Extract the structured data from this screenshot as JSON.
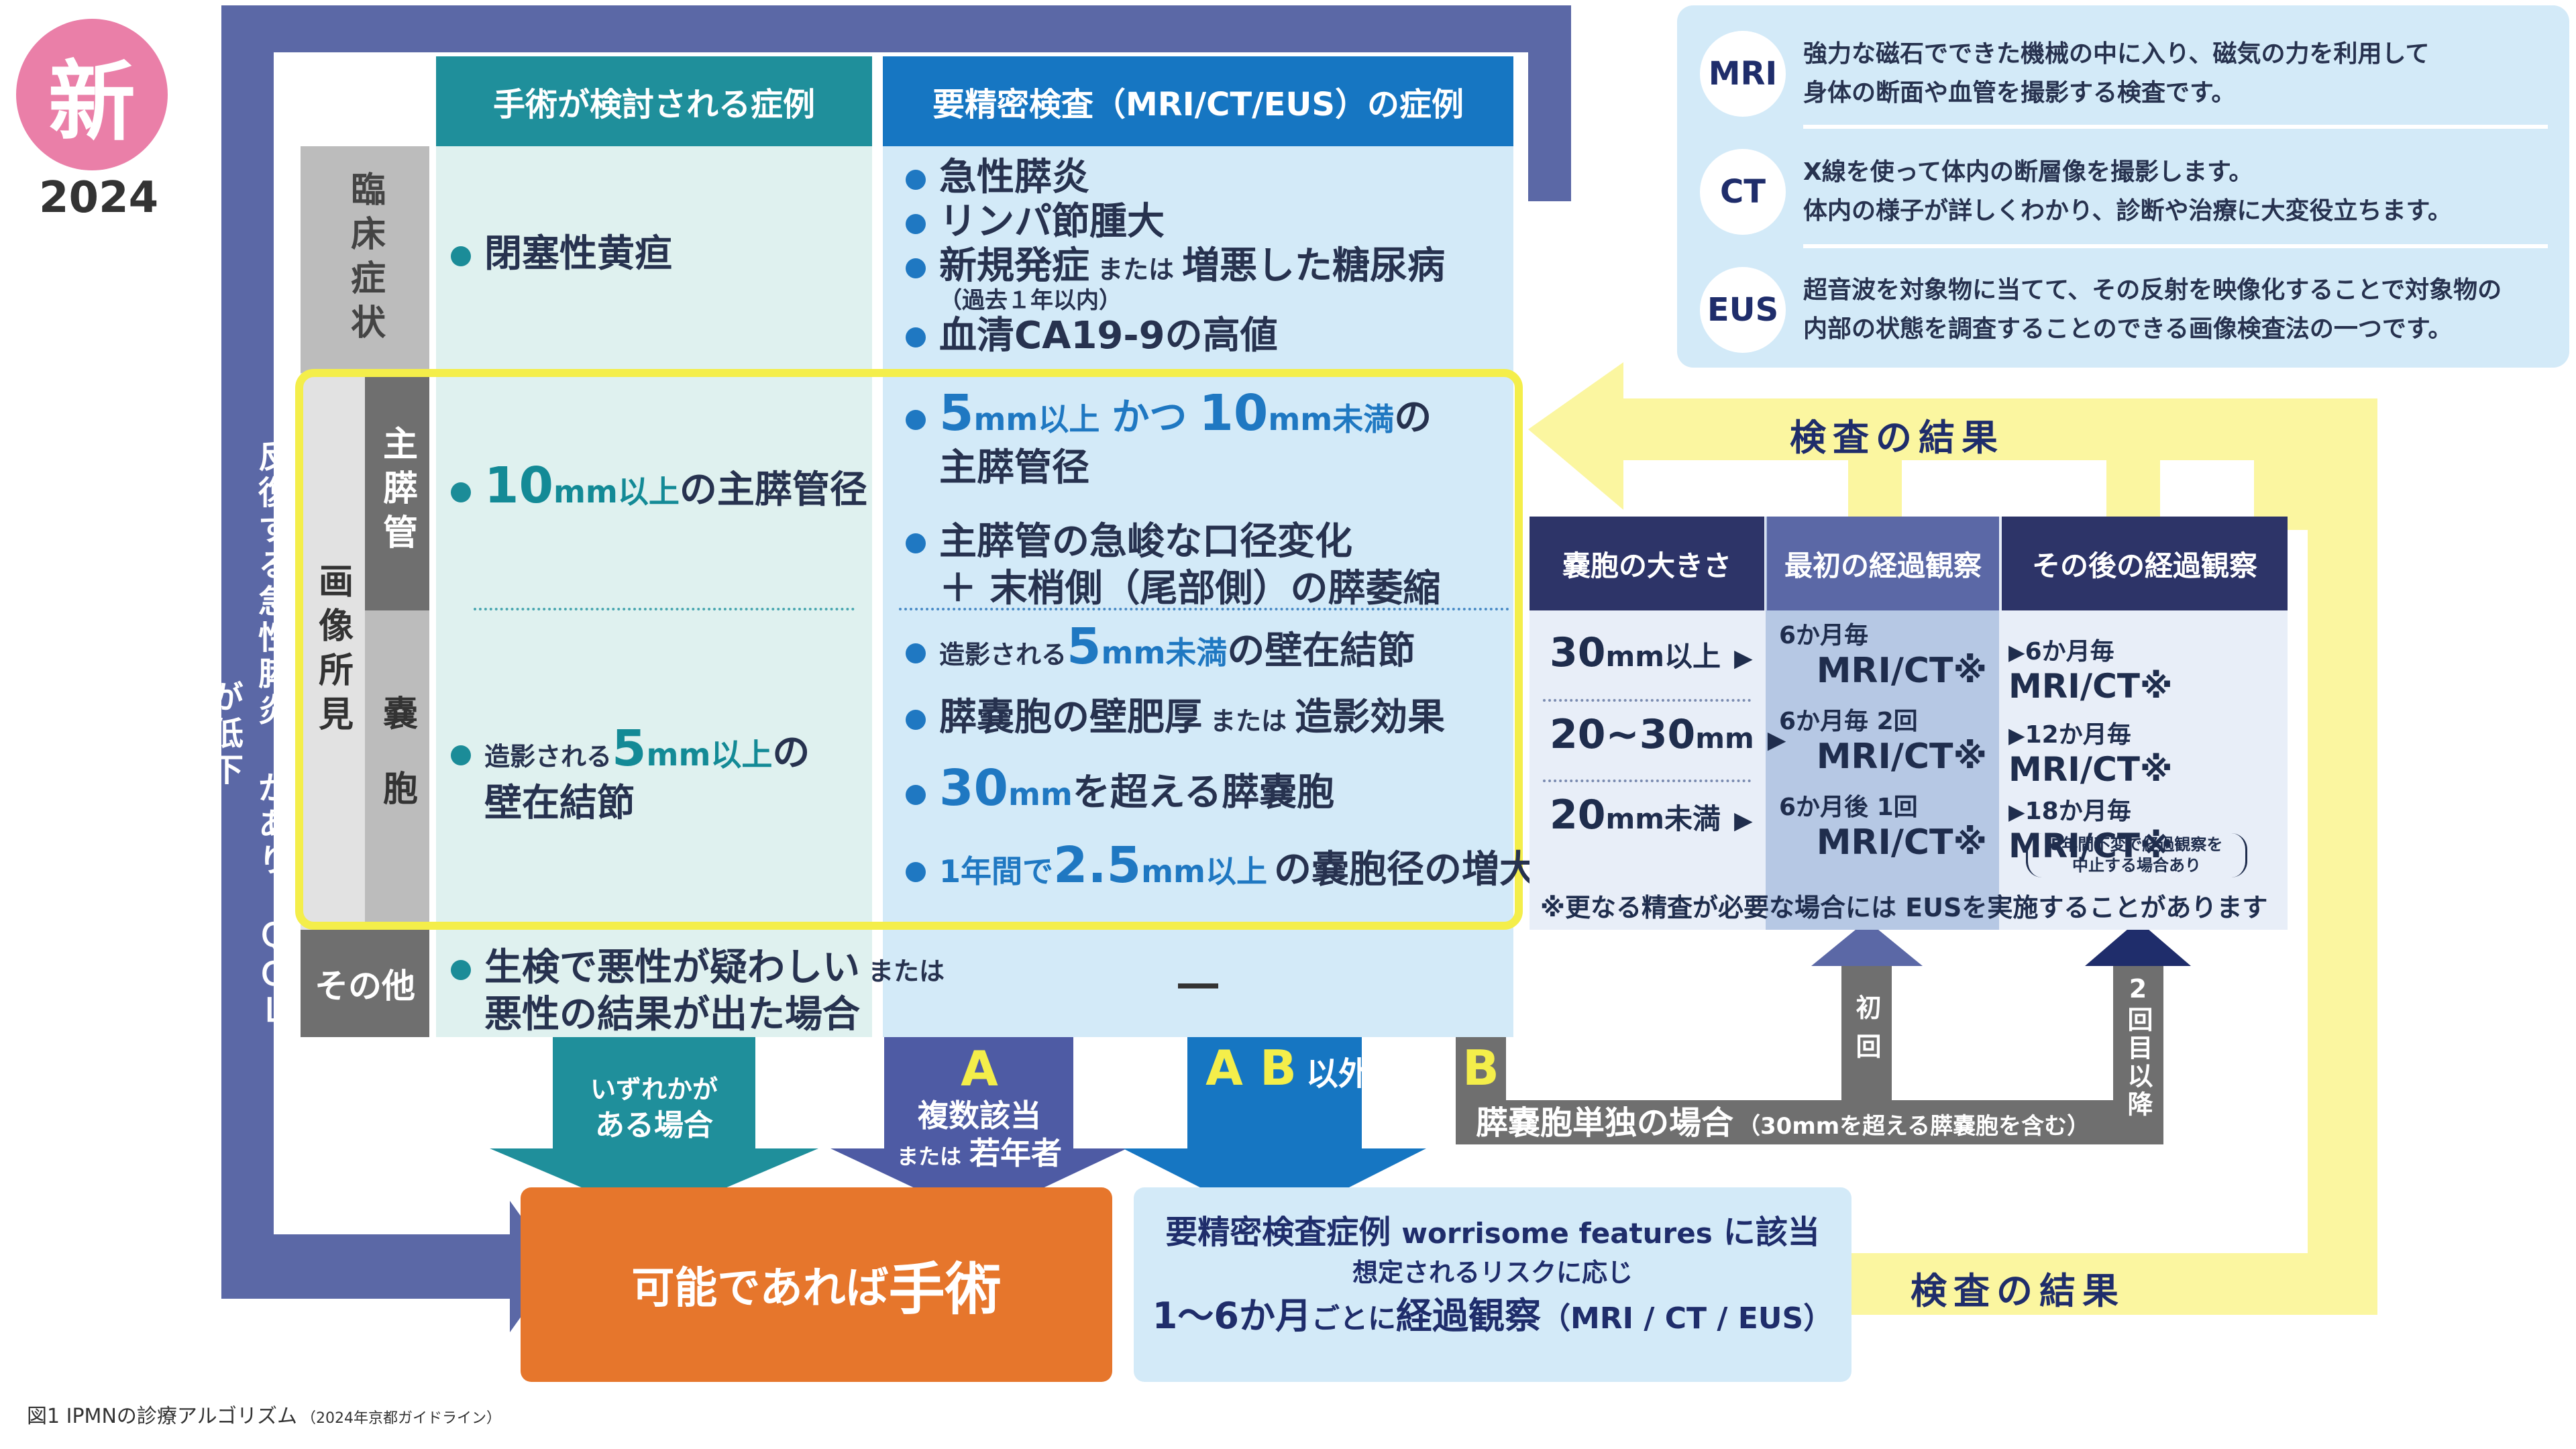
{
  "badge": {
    "label": "新",
    "year": "2024",
    "color": "#ea7fa8"
  },
  "columns": {
    "surgery": "手術が検討される症例",
    "close_exam": "要精密検査（MRI/CT/EUS）の症例"
  },
  "row_labels": {
    "clinical": "臨床症状",
    "imaging": "画像所見",
    "main_duct": "主膵管",
    "cyst": "嚢胞",
    "other": "その他"
  },
  "left_bar_text": "反復する急性膵炎 があり ＱＯＬ が低下",
  "surgery_column": {
    "clinical": "閉塞性黄疸",
    "main_duct": {
      "value": "10",
      "unit": "mm以上",
      "tail": "の主膵管径"
    },
    "cyst": {
      "pre": "造影される",
      "value": "5",
      "unit": "mm以上",
      "tail": "の",
      "line2": "壁在結節"
    },
    "other": {
      "line1": "生検で悪性が疑わしい",
      "connector": "または",
      "line2": "悪性の結果が出た場合"
    }
  },
  "exam_column": {
    "clinical": {
      "item1": "急性膵炎",
      "item2": "リンパ節腫大",
      "item3a": "新規発症",
      "item3_connector": "または",
      "item3b": "増悪した糖尿病",
      "item3_note": "（過去１年以内）",
      "item4": "血清CA19-9の高値"
    },
    "main_duct": {
      "v1": "5",
      "u1": "mm以上",
      "mid": "かつ",
      "v2": "10",
      "u2": "mm未満",
      "tail": "の",
      "line2": "主膵管径",
      "item2a": "主膵管の急峻な口径変化",
      "item2b": "＋ 末梢側（尾部側）の膵萎縮"
    },
    "cyst": {
      "item1_pre": "造影される",
      "item1_value": "5",
      "item1_unit": "mm未満",
      "item1_tail": "の壁在結節",
      "item2a": "膵嚢胞の壁肥厚",
      "item2_connector": "または",
      "item2b": "造影効果",
      "item3_value": "30",
      "item3_unit": "mm",
      "item3_tail": "を超える膵嚢胞",
      "item4_pre": "1年間で",
      "item4_value": "2.5",
      "item4_unit": "mm以上",
      "item4_tail": "の嚢胞径の増大"
    },
    "other": "―"
  },
  "definitions": [
    {
      "term": "MRI",
      "line1": "強力な磁石でできた機械の中に入り、磁気の力を利用して",
      "line2": "身体の断面や血管を撮影する検査です。"
    },
    {
      "term": "CT",
      "line1": "X線を使って体内の断層像を撮影します。",
      "line2": "体内の様子が詳しくわかり、診断や治療に大変役立ちます。"
    },
    {
      "term": "EUS",
      "line1": "超音波を対象物に当てて、その反射を映像化することで対象物の",
      "line2": "内部の状態を調査することのできる画像検査法の一つです。"
    }
  ],
  "exam_result_label": "検査の結果",
  "followup_table": {
    "headers": [
      "嚢胞の大きさ",
      "最初の経過観察",
      "その後の経過観察"
    ],
    "rows": [
      {
        "size_value": "30",
        "size_unit": "mm以上",
        "first_interval": "6か月毎",
        "first_modality": "MRI/CT※",
        "later_interval": "6か月毎",
        "later_modality": "MRI/CT※"
      },
      {
        "size_value": "20~30",
        "size_unit": "mm",
        "first_interval": "6か月毎 2回",
        "first_modality": "MRI/CT※",
        "later_interval": "12か月毎",
        "later_modality": "MRI/CT※"
      },
      {
        "size_value": "20",
        "size_unit": "mm未満",
        "first_interval": "6か月後 1回",
        "first_modality": "MRI/CT※",
        "later_interval": "18か月毎",
        "later_modality": "MRI/CT※"
      }
    ],
    "later_note_line1": "5年間不変で経過観察を",
    "later_note_line2": "中止する場合あり",
    "footnote": "※更なる精査が必要な場合には EUSを実施することがあります"
  },
  "arrows": {
    "first_label": "初回",
    "second_label": "2回目以降",
    "any": {
      "line1": "いずれかが",
      "line2": "ある場合"
    },
    "A": {
      "letter": "A",
      "line1": "複数該当",
      "connector": "または",
      "line2": "若年者"
    },
    "not_ab": {
      "letters": "A B",
      "suffix": "以外"
    },
    "B": {
      "letter": "B",
      "text": "膵嚢胞単独の場合",
      "note": "（30mmを超える膵嚢胞を含む）"
    }
  },
  "outcomes": {
    "surgery_pre": "可能であれば",
    "surgery_main": "手術",
    "worrisome_line1_a": "要精密検査症例",
    "worrisome_line1_b": "worrisome features",
    "worrisome_line1_c": "に該当",
    "worrisome_line2": "想定されるリスクに応じ",
    "worrisome_line3_a": "1～6か月",
    "worrisome_line3_b": "ごとに",
    "worrisome_line3_c": "経過観察",
    "worrisome_line3_d": "（MRI / CT / EUS）"
  },
  "caption": {
    "main": "図1 IPMNの診療アルゴリズム",
    "source": "（2024年京都ガイドライン）"
  },
  "colors": {
    "navy_frame": "#5b68a6",
    "teal": "#1f8f9b",
    "blue": "#1676c2",
    "yellow": "#f4ee4a",
    "pale_yellow": "#fbf6a0",
    "orange": "#e6762c",
    "pale_blue": "#d3eaf8",
    "pale_teal": "#dff1ef",
    "navy_header": "#2d3468",
    "gray": "#6f6f6f"
  }
}
